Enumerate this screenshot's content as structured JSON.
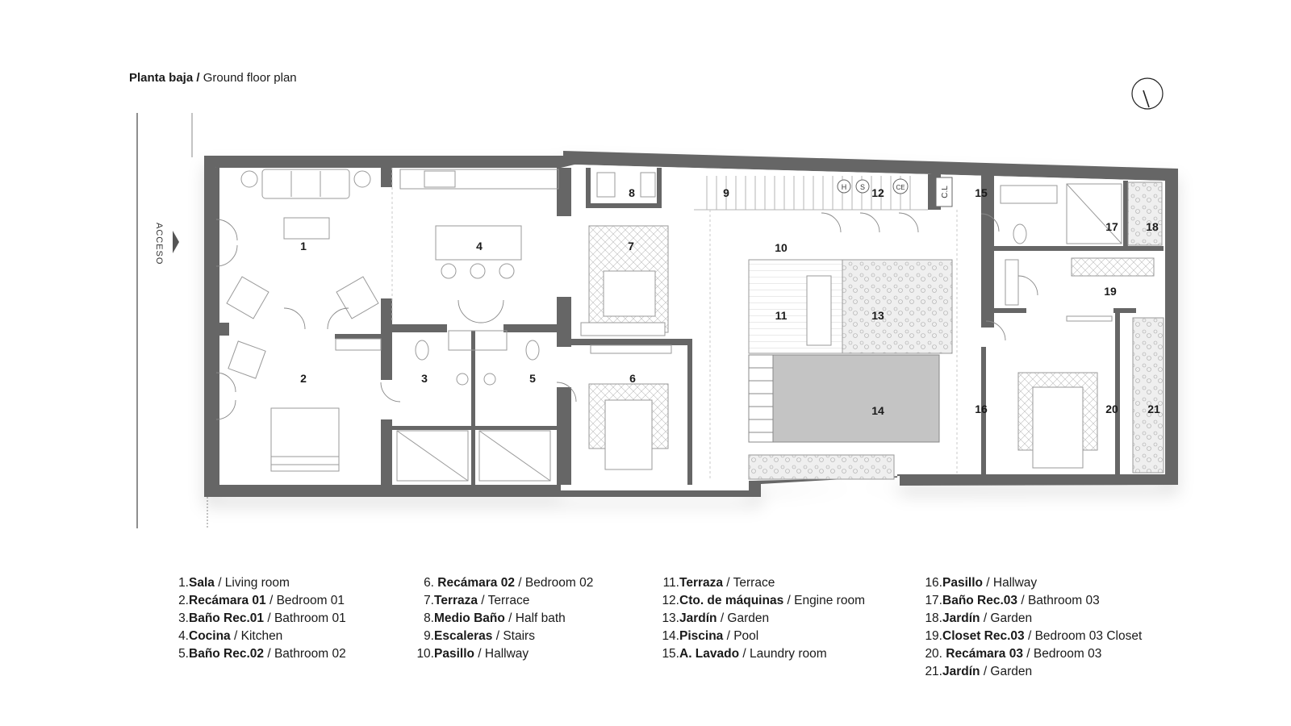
{
  "title": {
    "bold": "Planta baja /",
    "regular": "Ground floor plan"
  },
  "access_label": "ACCESO",
  "rooms": [
    "1",
    "2",
    "3",
    "4",
    "5",
    "6",
    "7",
    "8",
    "9",
    "10",
    "11",
    "12",
    "13",
    "14",
    "15",
    "16",
    "17",
    "18",
    "19",
    "20",
    "21"
  ],
  "fixtures": {
    "cl": "C.L",
    "h": "H",
    "s": "S",
    "ce": "CE"
  },
  "legend": [
    [
      {
        "n": "1.",
        "es": "Sala",
        "en": " / Living room"
      },
      {
        "n": "2.",
        "es": "Recámara 01",
        "en": " / Bedroom 01"
      },
      {
        "n": "3.",
        "es": "Baño Rec.01",
        "en": " / Bathroom 01"
      },
      {
        "n": "4.",
        "es": "Cocina",
        "en": " / Kitchen"
      },
      {
        "n": "5.",
        "es": "Baño Rec.02",
        "en": " / Bathroom 02"
      }
    ],
    [
      {
        "n": "6.",
        "es": " Recámara 02",
        "en": " / Bedroom 02"
      },
      {
        "n": "7.",
        "es": "Terraza",
        "en": " / Terrace"
      },
      {
        "n": "8.",
        "es": "Medio Baño",
        "en": " / Half bath"
      },
      {
        "n": "9.",
        "es": "Escaleras",
        "en": " / Stairs"
      },
      {
        "n": "10.",
        "es": "Pasillo",
        "en": " / Hallway"
      }
    ],
    [
      {
        "n": "11.",
        "es": "Terraza",
        "en": " / Terrace"
      },
      {
        "n": "12.",
        "es": "Cto. de máquinas",
        "en": " / Engine room"
      },
      {
        "n": "13.",
        "es": "Jardín",
        "en": " / Garden"
      },
      {
        "n": "14.",
        "es": "Piscina",
        "en": " / Pool"
      },
      {
        "n": "15.",
        "es": "A. Lavado",
        "en": " / Laundry room"
      }
    ],
    [
      {
        "n": "16.",
        "es": "Pasillo",
        "en": " / Hallway"
      },
      {
        "n": "17.",
        "es": "Baño Rec.03",
        "en": " / Bathroom 03"
      },
      {
        "n": "18.",
        "es": "Jardín",
        "en": " / Garden"
      },
      {
        "n": "19.",
        "es": "Closet Rec.03",
        "en": " / Bedroom 03 Closet"
      },
      {
        "n": "20.",
        "es": " Recámara 03",
        "en": " / Bedroom 03"
      },
      {
        "n": "21.",
        "es": "Jardín",
        "en": " / Garden"
      }
    ]
  ],
  "colors": {
    "wall": "#666666",
    "line": "#9a9a9a",
    "pool": "#c4c4c4",
    "garden": "#e6e6e6"
  }
}
